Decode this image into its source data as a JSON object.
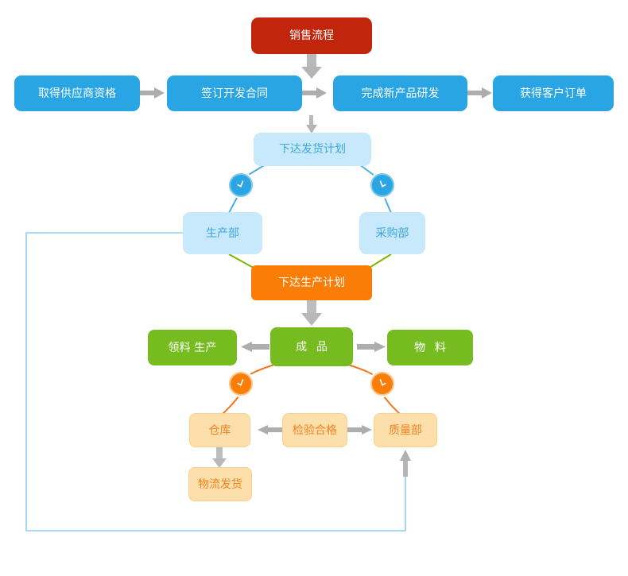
{
  "diagram": {
    "title_node": {
      "label": "销售流程",
      "color": "#c1260d"
    },
    "stage_row": [
      {
        "label": "取得供应商资格",
        "color": "#29a5e3"
      },
      {
        "label": "签订开发合同",
        "color": "#29a5e3"
      },
      {
        "label": "完成新产品研发",
        "color": "#29a5e3"
      },
      {
        "label": "获得客户订单",
        "color": "#29a5e3"
      }
    ],
    "ship_plan": {
      "label": "下达发货计划",
      "color": "#c7e9fb"
    },
    "departments": [
      {
        "label": "生产部",
        "color": "#c7e9fb"
      },
      {
        "label": "采购部",
        "color": "#c7e9fb"
      }
    ],
    "production_plan": {
      "label": "下达生产计划",
      "color": "#f97d07"
    },
    "product_row": [
      {
        "label": "领料 生产",
        "color": "#76bc21"
      },
      {
        "label": "成 品",
        "color": "#76bc21"
      },
      {
        "label": "物 料",
        "color": "#76bc21"
      }
    ],
    "quality_row": [
      {
        "label": "仓库",
        "color": "#fcdfab"
      },
      {
        "label": "检验合格",
        "color": "#fcdfab"
      },
      {
        "label": "质量部",
        "color": "#fcdfab"
      }
    ],
    "shipping": {
      "label": "物流发货",
      "color": "#fcdfab"
    },
    "badges": [
      {
        "name": "blue-step-left",
        "icon": "clock-arrow-down-left-icon",
        "color": "#29a5e3"
      },
      {
        "name": "blue-step-right",
        "icon": "clock-arrow-down-right-icon",
        "color": "#29a5e3"
      },
      {
        "name": "orange-step-left",
        "icon": "clock-arrow-down-left-icon",
        "color": "#f97d07"
      },
      {
        "name": "orange-step-right",
        "icon": "clock-arrow-down-right-icon",
        "color": "#f97d07"
      }
    ],
    "connector_colors": {
      "gray_arrow": "#a6a6a6",
      "blue_line": "#4aaee0",
      "green_line": "#7ab800",
      "orange_line": "#f4751f",
      "feedback_line": "#8ecdf0"
    }
  }
}
